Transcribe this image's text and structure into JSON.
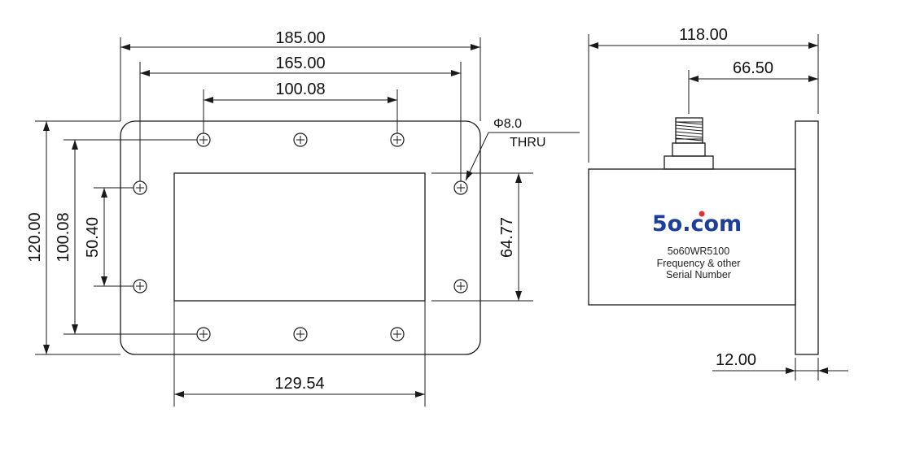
{
  "dimensions": {
    "overall_width": "185.00",
    "outer_hole_spacing": "165.00",
    "inner_hole_spacing": "100.08",
    "overall_height": "120.00",
    "vertical_hole_spacing": "100.08",
    "side_hole_spacing": "50.40",
    "opening_height": "64.77",
    "opening_width": "129.54",
    "body_length": "118.00",
    "connector_offset": "66.50",
    "flange_thickness": "12.00"
  },
  "hole_note": {
    "diameter": "Φ8.0",
    "type": "THRU"
  },
  "product_label": {
    "brand_digit": "5",
    "brand_o": "o",
    "brand_rest": ".com",
    "model": "5o60WR5100",
    "line2": "Frequency & other",
    "line3": "Serial Number"
  },
  "colors": {
    "brand_blue": "#1d3f9b",
    "brand_red": "#e0312f"
  }
}
